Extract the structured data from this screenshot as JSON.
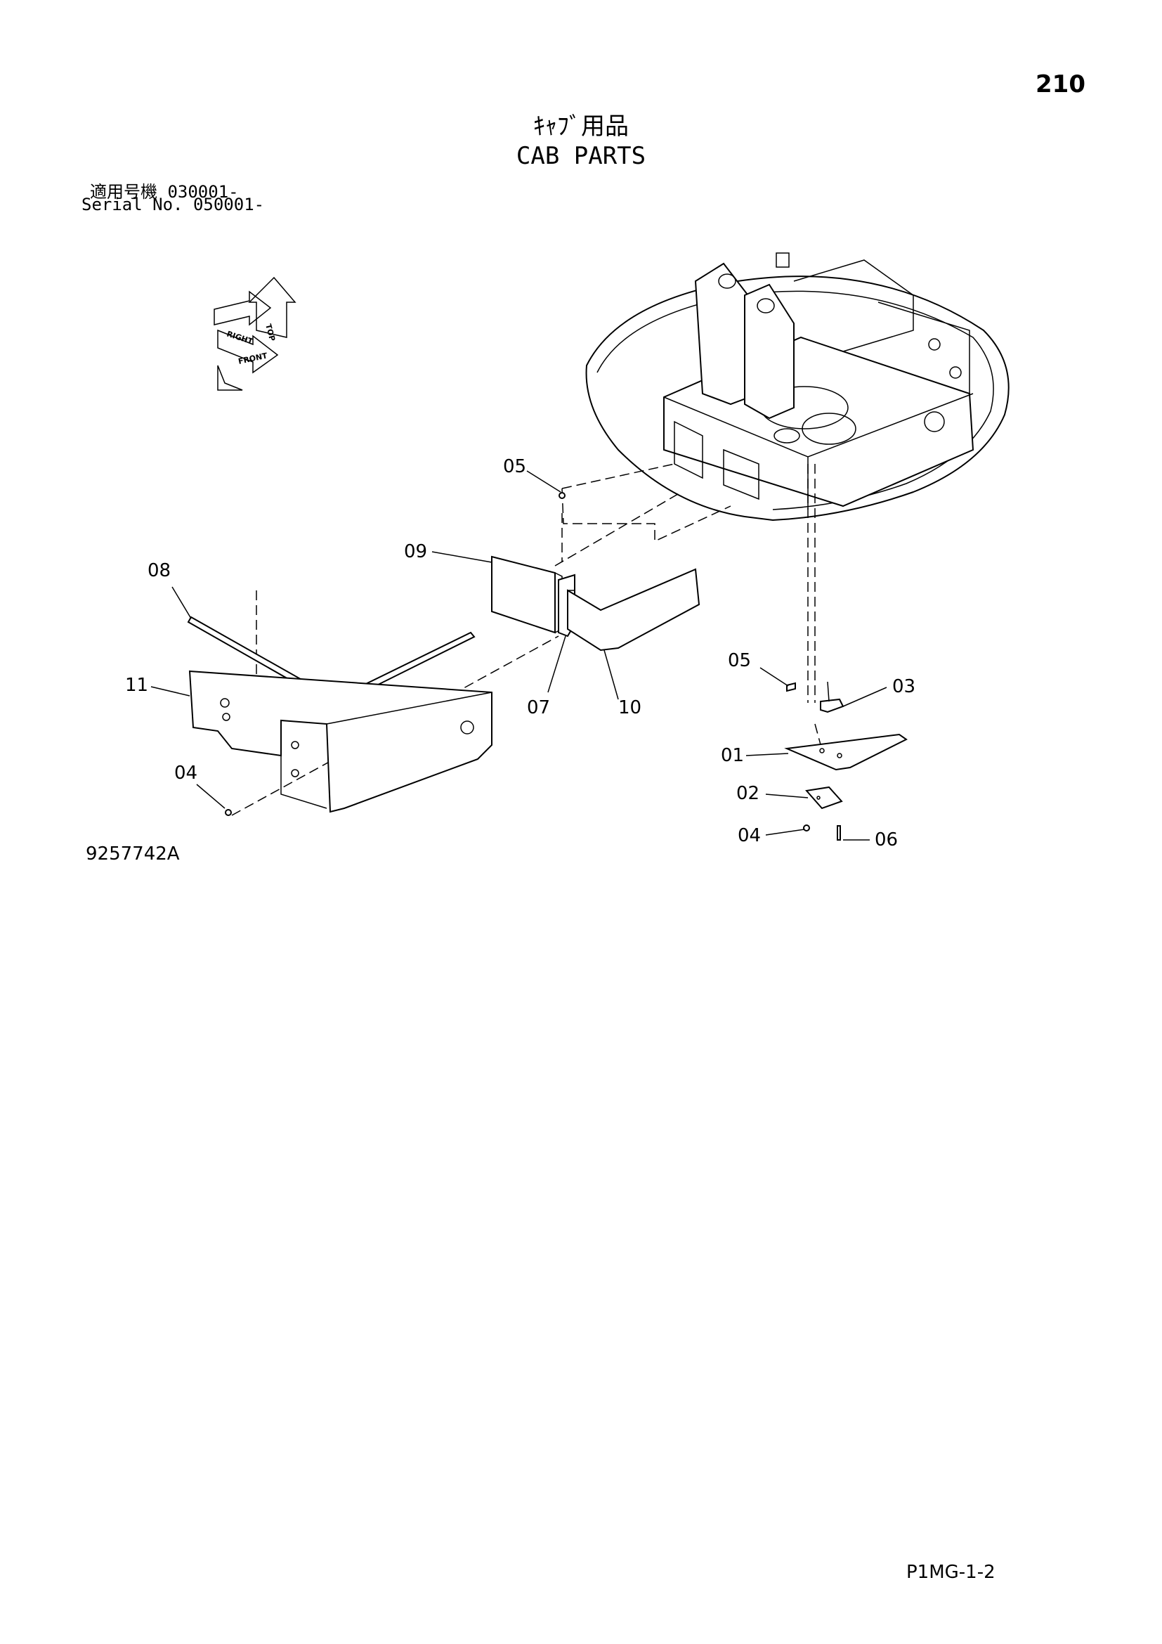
{
  "header": {
    "page_number": "210",
    "title_jp": "ｷｬﾌﾞ用品",
    "title_en": "CAB PARTS"
  },
  "serial": {
    "row1_label": "適用号機",
    "row1_value": "030001-",
    "row2_label": "Serial No.",
    "row2_value": "050001-"
  },
  "orientation": {
    "top": "TOP",
    "right": "RIGHT",
    "front": "FRONT"
  },
  "callouts": [
    "01",
    "02",
    "03",
    "04",
    "04",
    "05",
    "05",
    "06",
    "07",
    "08",
    "09",
    "10",
    "11"
  ],
  "diagram_code": "9257742A",
  "footer_code": "P1MG-1-2"
}
